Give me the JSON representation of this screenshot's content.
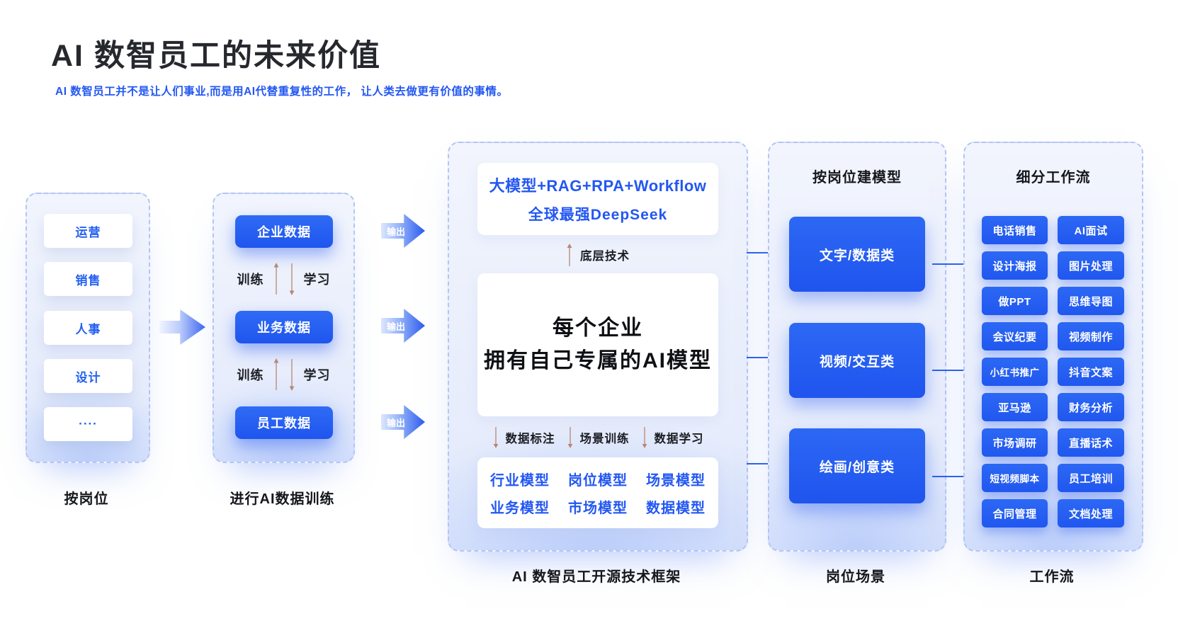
{
  "page": {
    "title": "AI 数智员工的未来价值",
    "subtitle": "AI 数智员工并不是让人们事业,而是用AI代替重复性的工作， 让人类去做更有价值的事情。"
  },
  "positions": {
    "items": [
      "运营",
      "销售",
      "人事",
      "设计",
      "····"
    ],
    "caption": "按岗位"
  },
  "training": {
    "pills": [
      "企业数据",
      "业务数据",
      "员工数据"
    ],
    "train_label": "训练",
    "learn_label": "学习",
    "output_label": "输出",
    "caption": "进行AI数据训练"
  },
  "framework": {
    "tech_card": [
      "大模型+RAG+RPA+Workflow",
      "全球最强DeepSeek"
    ],
    "tech_arrow_label": "底层技术",
    "model_card": [
      "每个企业",
      "拥有自己专属的AI模型"
    ],
    "process_labels": [
      "数据标注",
      "场景训练",
      "数据学习"
    ],
    "model_types": [
      "行业模型",
      "岗位模型",
      "场景模型",
      "业务模型",
      "市场模型",
      "数据模型"
    ],
    "caption": "AI 数智员工开源技术框架"
  },
  "scenes": {
    "title": "按岗位建模型",
    "boxes": [
      "文字/数据类",
      "视频/交互类",
      "绘画/创意类"
    ],
    "caption": "岗位场景"
  },
  "workflows": {
    "title": "细分工作流",
    "buttons": [
      "电话销售",
      "AI面试",
      "设计海报",
      "图片处理",
      "做PPT",
      "思维导图",
      "会议纪要",
      "视频制作",
      "小红书推广",
      "抖音文案",
      "亚马逊",
      "财务分析",
      "市场调研",
      "直播话术",
      "短视频脚本",
      "员工培训",
      "合同管理",
      "文档处理"
    ],
    "caption": "工作流"
  },
  "colors": {
    "accent_blue": "#2461f0",
    "text_blue": "#2357f2",
    "dark_text": "#15171c",
    "dashed_border": "#b5c5f3",
    "train_arrow": "#b98672"
  }
}
